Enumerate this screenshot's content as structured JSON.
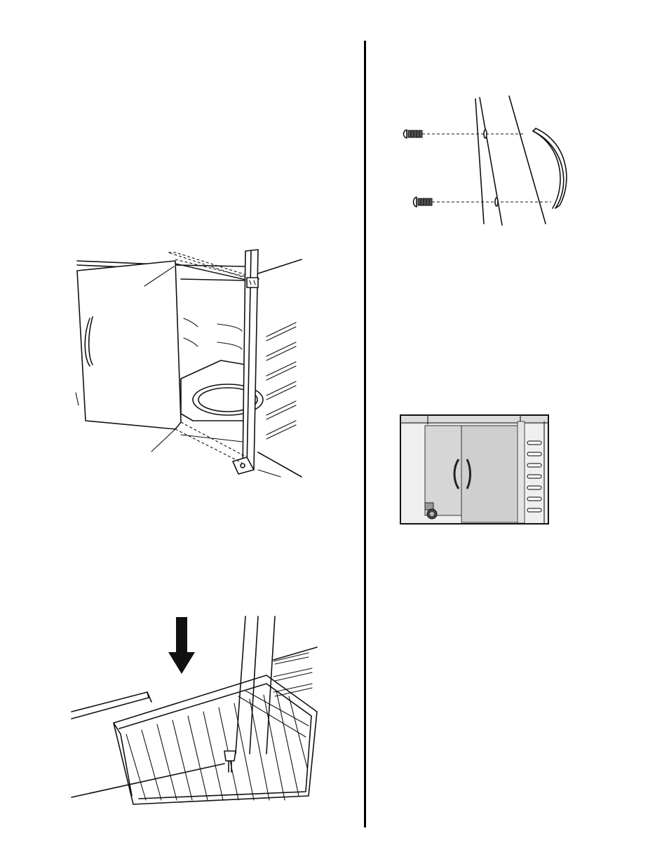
{
  "page": {
    "background": "#ffffff",
    "ink": "#111111"
  },
  "figures": [
    {
      "id": "door-hinge-install",
      "icon": "cabinet-door-hinge-illustration"
    },
    {
      "id": "storage-rack-install",
      "icon": "wire-rack-illustration"
    },
    {
      "id": "handle-screws",
      "icon": "door-handle-screws-illustration"
    },
    {
      "id": "completed-doors-photo",
      "icon": "cabinet-doors-photo"
    }
  ]
}
